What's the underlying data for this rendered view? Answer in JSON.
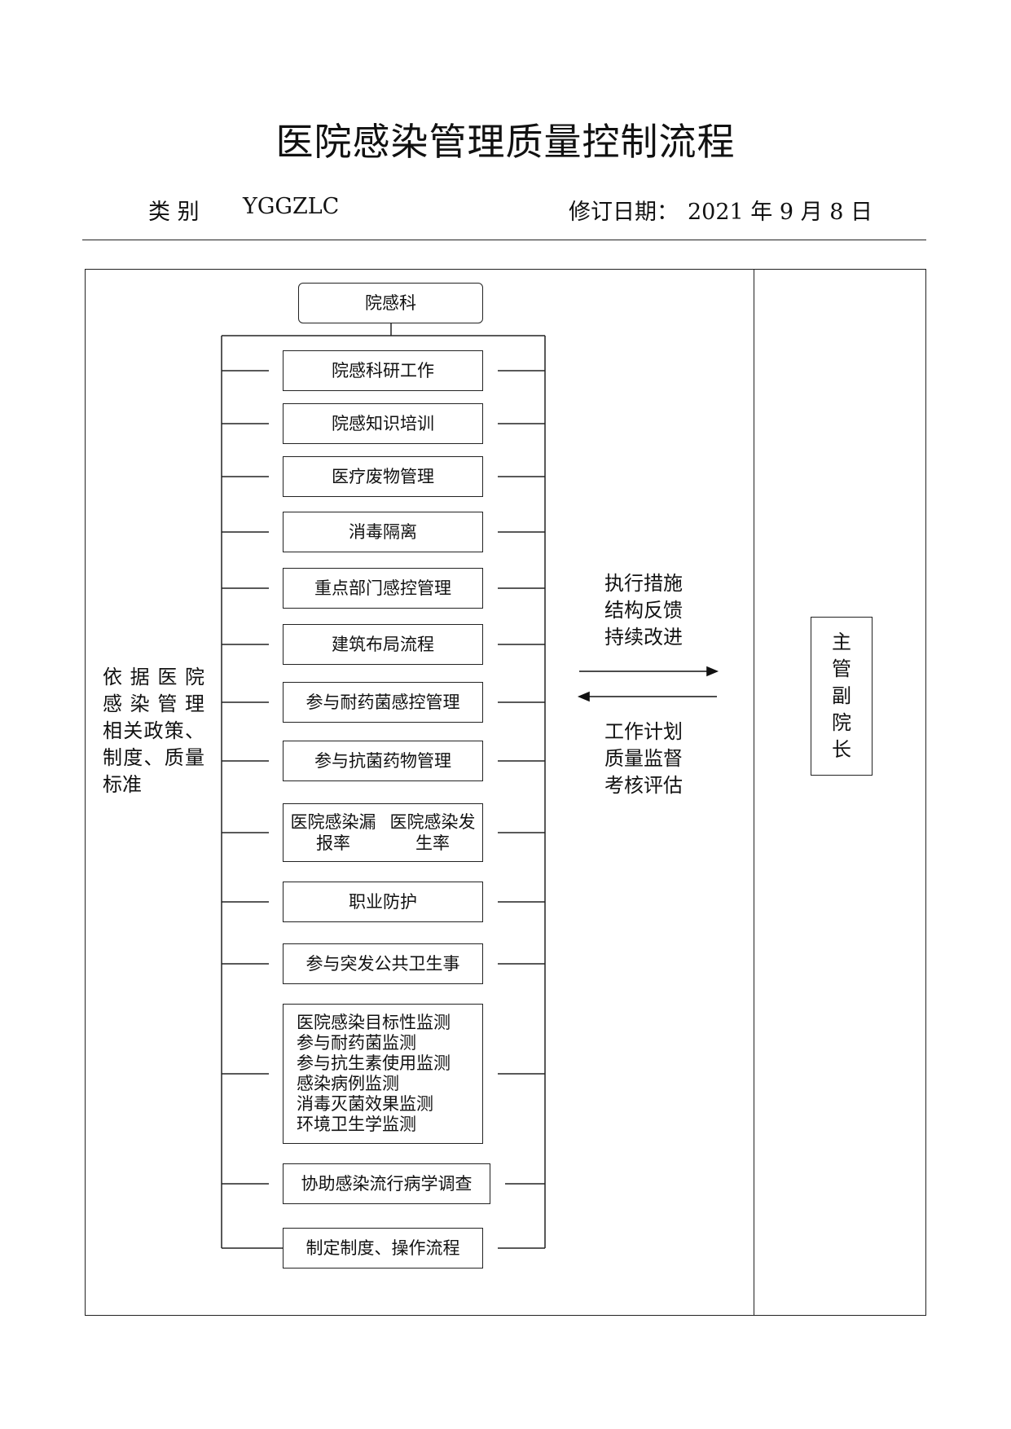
{
  "title": "医院感染管理质量控制流程",
  "header": {
    "category_label": "类  别",
    "category_value": "YGGZLC",
    "revision_label": "修订日期：",
    "revision_date": "2021 年 9 月 8 日"
  },
  "basis": {
    "lines": [
      "依据医院",
      "感染管理",
      "相关政策、",
      "制度、质量",
      "标准"
    ]
  },
  "root_node": "院感科",
  "tasks": [
    {
      "lines": [
        "院感科研工作"
      ]
    },
    {
      "lines": [
        "院感知识培训"
      ]
    },
    {
      "lines": [
        "医疗废物管理"
      ]
    },
    {
      "lines": [
        "消毒隔离"
      ]
    },
    {
      "lines": [
        "重点部门感控管理"
      ]
    },
    {
      "lines": [
        "建筑布局流程"
      ]
    },
    {
      "lines": [
        "参与耐药菌感控管理"
      ]
    },
    {
      "lines": [
        "参与抗菌药物管理"
      ]
    },
    {
      "lines": [
        "医院感染漏报率",
        "医院感染发生率"
      ]
    },
    {
      "lines": [
        "职业防护"
      ]
    },
    {
      "lines": [
        "参与突发公共卫生事"
      ]
    },
    {
      "lines": [
        "医院感染目标性监测",
        "参与耐药菌监测",
        "参与抗生素使用监测",
        "感染病例监测",
        "消毒灭菌效果监测",
        "环境卫生学监测"
      ]
    },
    {
      "lines": [
        "协助感染流行病学调查"
      ]
    },
    {
      "lines": [
        "制定制度、操作流程"
      ]
    }
  ],
  "upward_flow": {
    "lines": [
      "执行措施",
      "结构反馈",
      "持续改进"
    ]
  },
  "downward_flow": {
    "lines": [
      "工作计划",
      "质量监督",
      "考核评估"
    ]
  },
  "supervisor": {
    "chars": [
      "主",
      "管",
      "副",
      "院",
      "长"
    ]
  }
}
